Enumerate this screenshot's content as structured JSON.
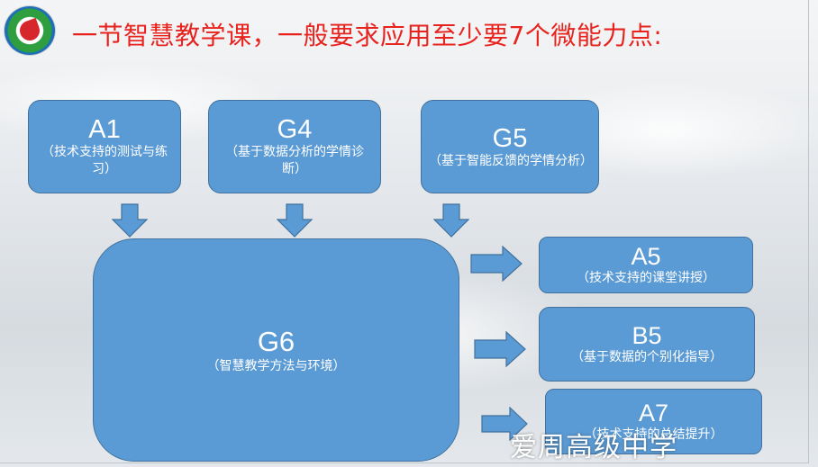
{
  "title": "一节智慧教学课，一般要求应用至少要7个微能力点:",
  "watermark": "爱周高级中学",
  "colors": {
    "node_fill": "#5b9bd5",
    "node_border": "#41719c",
    "title": "#e8231e"
  },
  "nodes": {
    "a1": {
      "code": "A1",
      "desc": "（技术支持的测试与练习）"
    },
    "g4": {
      "code": "G4",
      "desc": "（基于数据分析的学情诊断）"
    },
    "g5": {
      "code": "G5",
      "desc": "（基于智能反馈的学情分析）"
    },
    "g6": {
      "code": "G6",
      "desc": "（智慧教学方法与环境）"
    },
    "a5": {
      "code": "A5",
      "desc": "（技术支持的课堂讲授）"
    },
    "b5": {
      "code": "B5",
      "desc": "（基于数据的个别化指导）"
    },
    "a7": {
      "code": "A7",
      "desc": "（技术支持的总结提升）"
    }
  }
}
